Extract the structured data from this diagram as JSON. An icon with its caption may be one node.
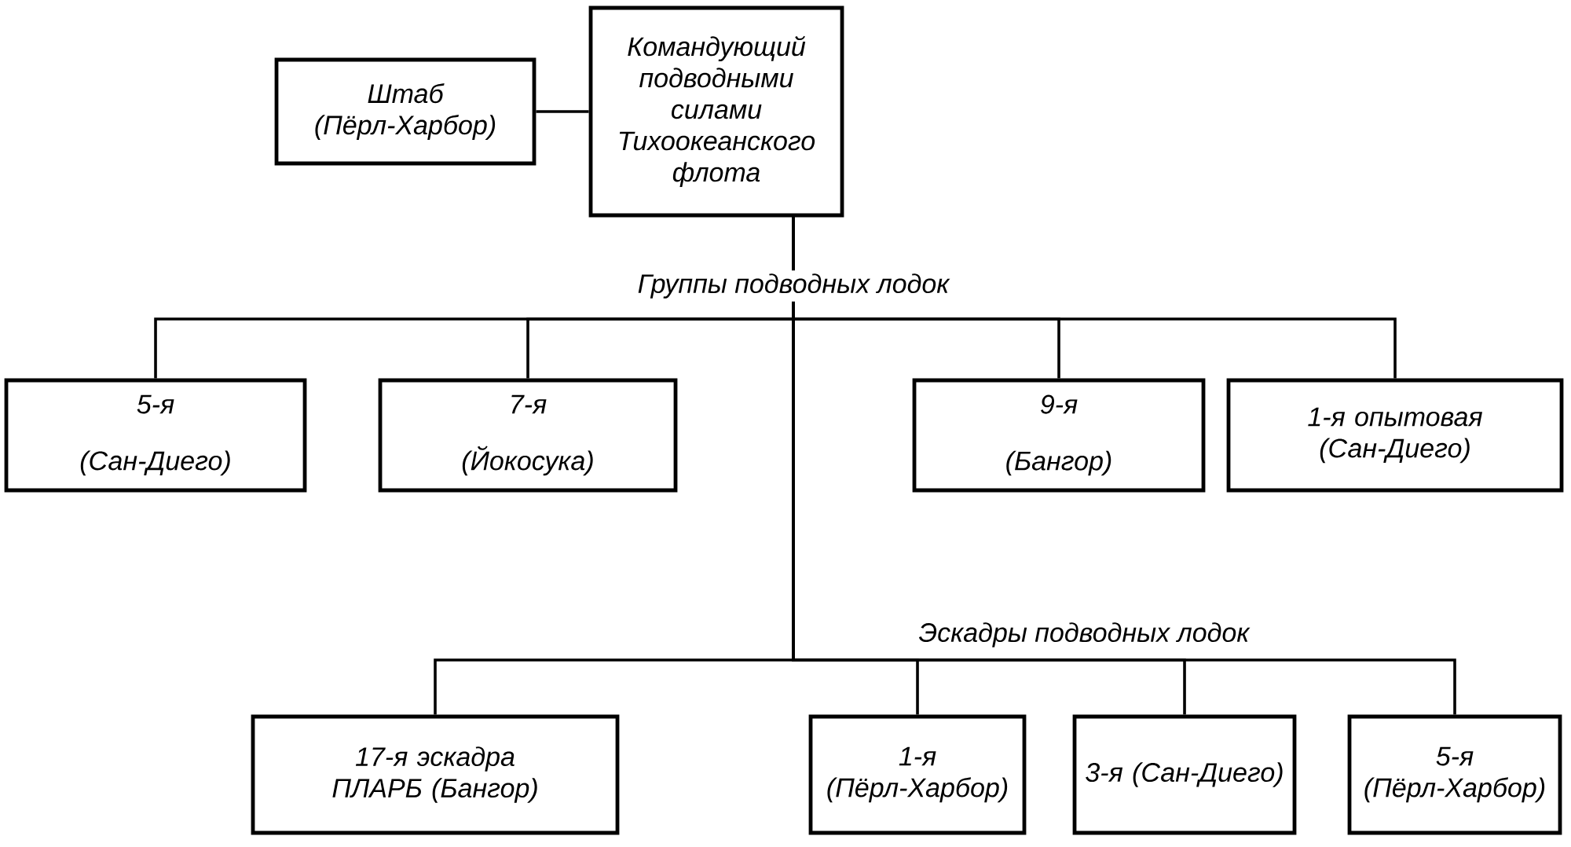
{
  "diagram": {
    "nodes": [
      {
        "text": [
          "Командующий подводными силами Тихоокеанского флота"
        ]
      },
      {
        "text": [
          "Штаб (Пёрл-Харбор)"
        ]
      },
      {
        "text": [
          "5-я",
          "(Сан-Диего)"
        ]
      },
      {
        "text": [
          "7-я",
          "(Йокосука)"
        ]
      },
      {
        "text": [
          "9-я",
          "(Бангор)"
        ]
      },
      {
        "text": [
          "1-я опытовая (Сан-Диего)"
        ]
      },
      {
        "text": [
          "17-я эскадра ПЛАРБ (Бангор)"
        ]
      },
      {
        "text": [
          "1-я (Пёрл-Харбор)"
        ]
      },
      {
        "text": [
          "3-я (Сан-Диего)"
        ]
      },
      {
        "text": [
          "5-я (Пёрл-Харбор)"
        ]
      }
    ],
    "edges": [
      {
        "from": 1,
        "to": 0,
        "arrow": "none"
      },
      {
        "from": 0,
        "to": 2,
        "arrow": "none"
      },
      {
        "from": 0,
        "to": 3,
        "arrow": "none"
      },
      {
        "from": 0,
        "to": 4,
        "arrow": "none"
      },
      {
        "from": 0,
        "to": 5,
        "arrow": "none"
      },
      {
        "from": 0,
        "to": 6,
        "arrow": "none"
      },
      {
        "from": 0,
        "to": 7,
        "arrow": "none"
      },
      {
        "from": 0,
        "to": 8,
        "arrow": "none"
      },
      {
        "from": 0,
        "to": 9,
        "arrow": "none"
      }
    ],
    "labels": [
      "Группы подводных лодок",
      "Эскадры подводных лодок"
    ]
  }
}
